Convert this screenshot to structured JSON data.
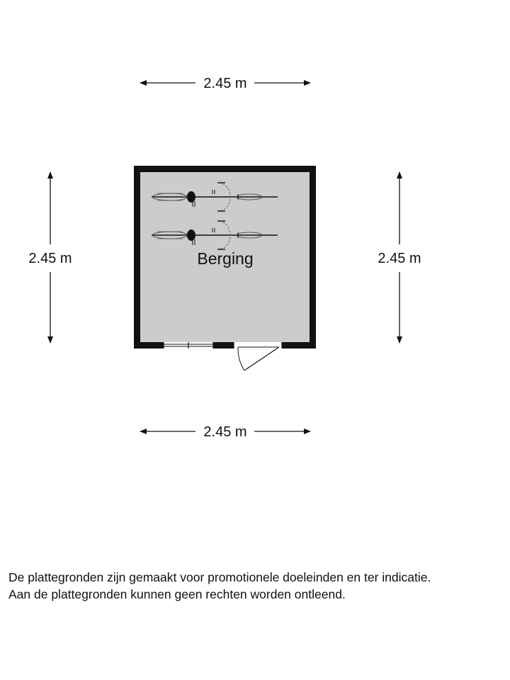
{
  "dimensions": {
    "top": "2.45 m",
    "bottom": "2.45 m",
    "left": "2.45 m",
    "right": "2.45 m"
  },
  "room": {
    "label": "Berging"
  },
  "disclaimer": {
    "line1": "De plattegronden zijn gemaakt voor promotionele doeleinden en ter indicatie.",
    "line2": "Aan de plattegronden kunnen geen rechten worden ontleend."
  },
  "colors": {
    "wall": "#111111",
    "floor": "#cccccc",
    "line": "#111111"
  }
}
